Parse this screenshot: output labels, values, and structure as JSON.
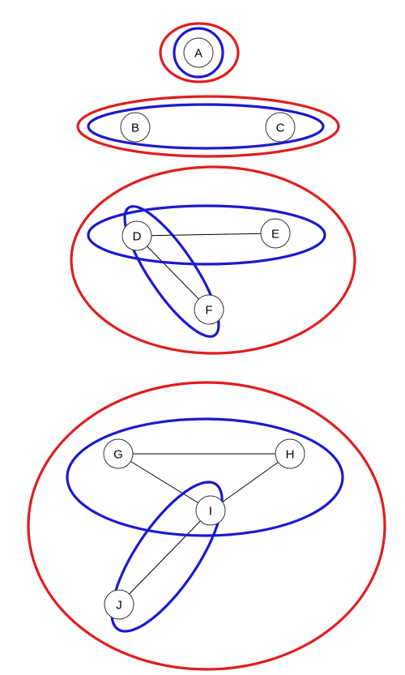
{
  "colors": {
    "outer_group": "#e01e1e",
    "inner_group": "#1a1ad0",
    "edge": "#000000",
    "node_border": "#333333",
    "background": "#ffffff"
  },
  "nodes": [
    {
      "id": "A",
      "label": "A"
    },
    {
      "id": "B",
      "label": "B"
    },
    {
      "id": "C",
      "label": "C"
    },
    {
      "id": "D",
      "label": "D"
    },
    {
      "id": "E",
      "label": "E"
    },
    {
      "id": "F",
      "label": "F"
    },
    {
      "id": "G",
      "label": "G"
    },
    {
      "id": "H",
      "label": "H"
    },
    {
      "id": "I",
      "label": "I"
    },
    {
      "id": "J",
      "label": "J"
    }
  ],
  "edges": [
    {
      "from": "D",
      "to": "E"
    },
    {
      "from": "D",
      "to": "F"
    },
    {
      "from": "G",
      "to": "H"
    },
    {
      "from": "G",
      "to": "I"
    },
    {
      "from": "H",
      "to": "I"
    },
    {
      "from": "I",
      "to": "J"
    }
  ],
  "groups": [
    {
      "id": "group-1",
      "members": [
        "A"
      ],
      "inner_sets": [
        [
          "A"
        ]
      ]
    },
    {
      "id": "group-2",
      "members": [
        "B",
        "C"
      ],
      "inner_sets": [
        [
          "B",
          "C"
        ]
      ]
    },
    {
      "id": "group-3",
      "members": [
        "D",
        "E",
        "F"
      ],
      "inner_sets": [
        [
          "D",
          "E"
        ],
        [
          "D",
          "F"
        ]
      ]
    },
    {
      "id": "group-4",
      "members": [
        "G",
        "H",
        "I",
        "J"
      ],
      "inner_sets": [
        [
          "G",
          "H",
          "I"
        ],
        [
          "I",
          "J"
        ]
      ]
    }
  ]
}
